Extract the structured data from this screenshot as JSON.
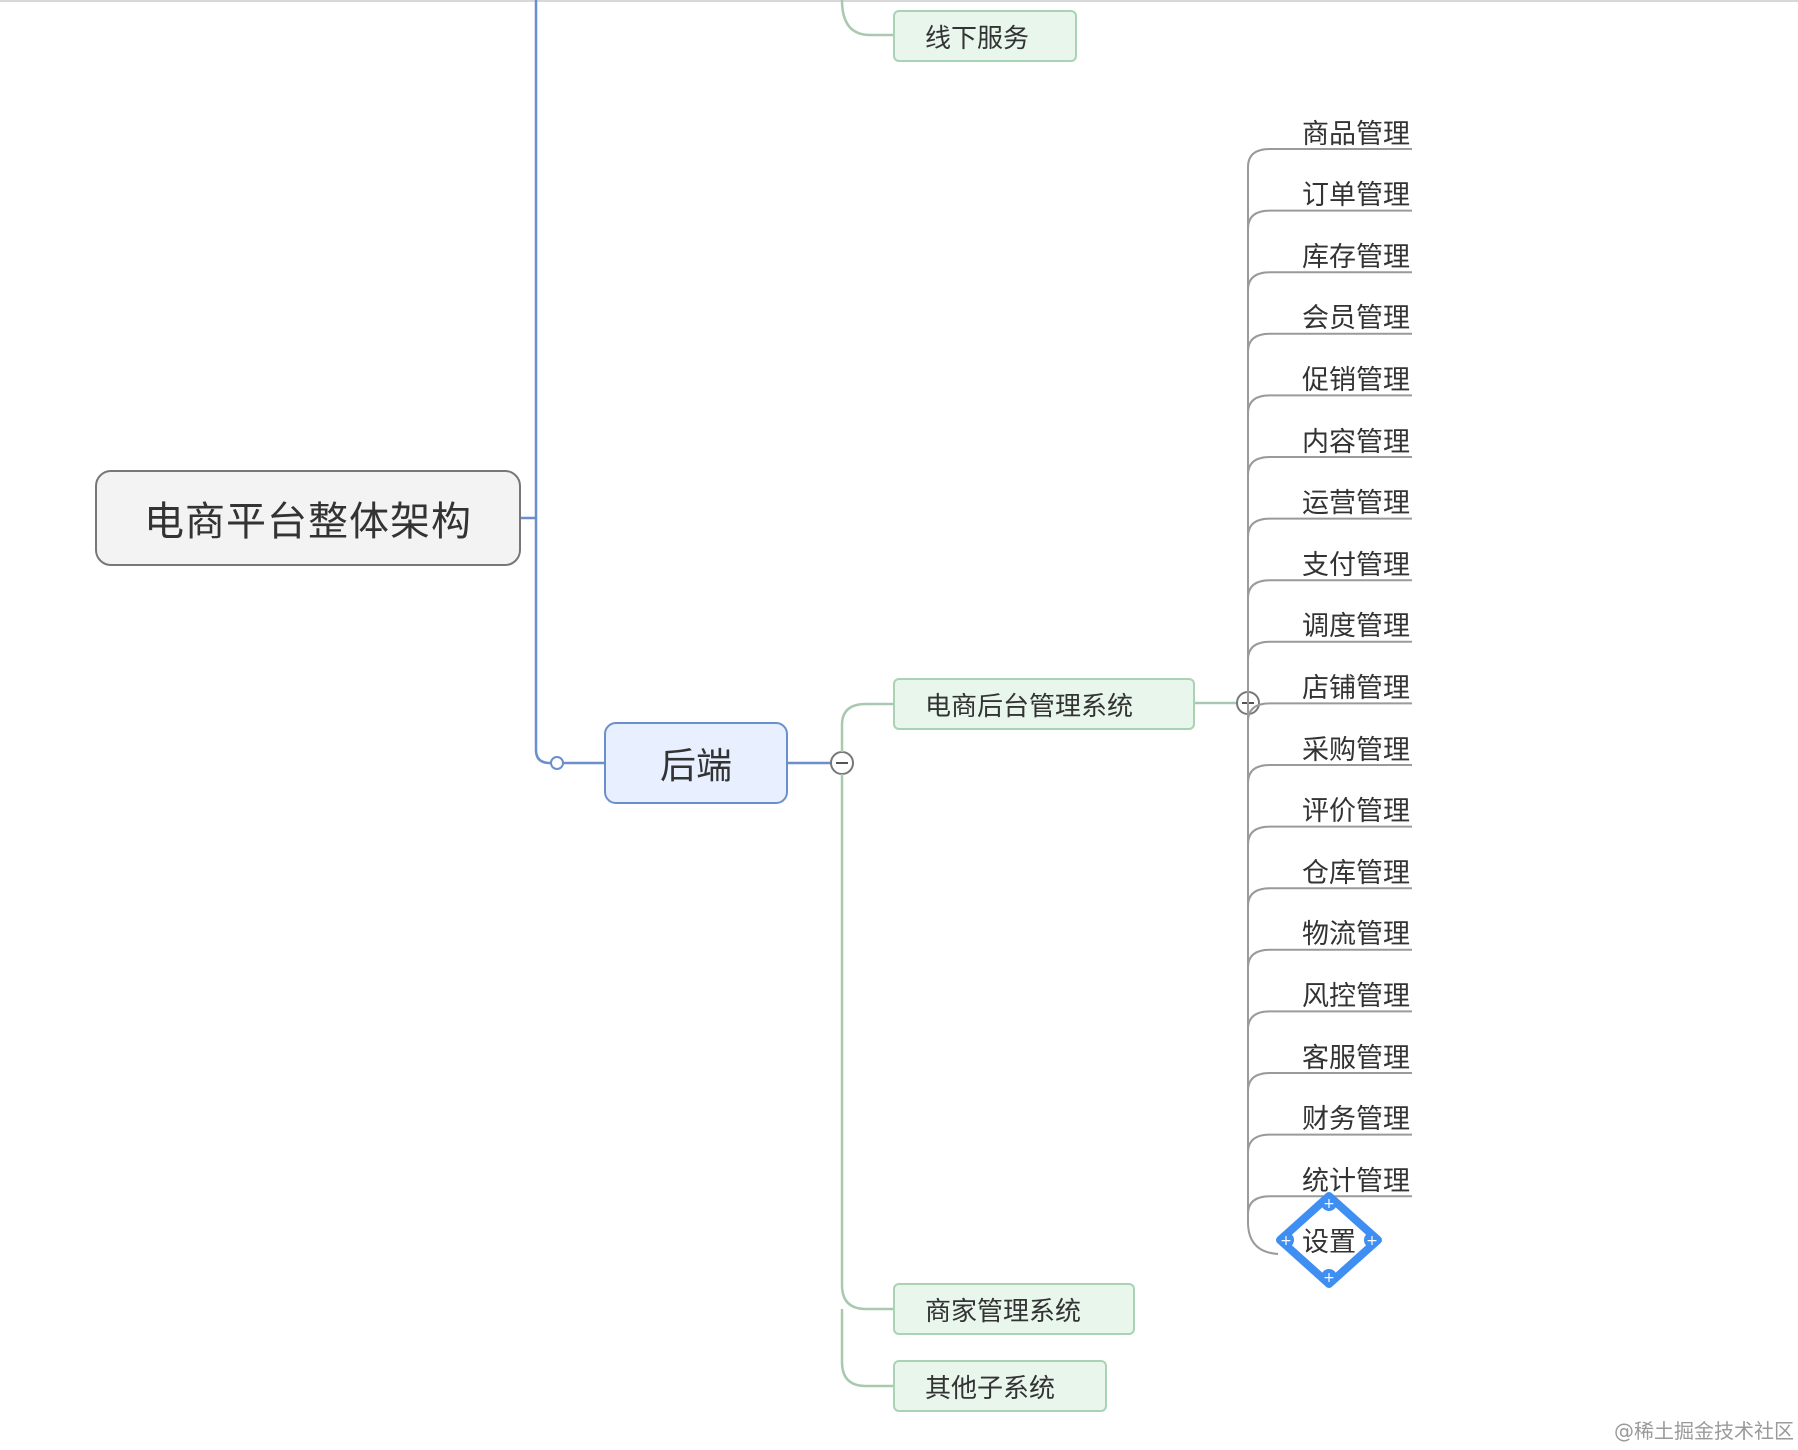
{
  "root": {
    "label": "电商平台整体架构"
  },
  "offline": {
    "label": "线下服务"
  },
  "backend": {
    "label": "后端",
    "children": [
      {
        "label": "电商后台管理系统"
      },
      {
        "label": "商家管理系统"
      },
      {
        "label": "其他子系统"
      }
    ]
  },
  "admin_modules": [
    {
      "label": "商品管理"
    },
    {
      "label": "订单管理"
    },
    {
      "label": "库存管理"
    },
    {
      "label": "会员管理"
    },
    {
      "label": "促销管理"
    },
    {
      "label": "内容管理"
    },
    {
      "label": "运营管理"
    },
    {
      "label": "支付管理"
    },
    {
      "label": "调度管理"
    },
    {
      "label": "店铺管理"
    },
    {
      "label": "采购管理"
    },
    {
      "label": "评价管理"
    },
    {
      "label": "仓库管理"
    },
    {
      "label": "物流管理"
    },
    {
      "label": "风控管理"
    },
    {
      "label": "客服管理"
    },
    {
      "label": "财务管理"
    },
    {
      "label": "统计管理"
    }
  ],
  "selected_module": {
    "label": "设置"
  },
  "watermark": "@稀土掘金技术社区",
  "colors": {
    "blue_line": "#6b8fcc",
    "green_line": "#a8c9b0",
    "gray_line": "#9a9a9a",
    "selection": "#3f8ef2"
  }
}
